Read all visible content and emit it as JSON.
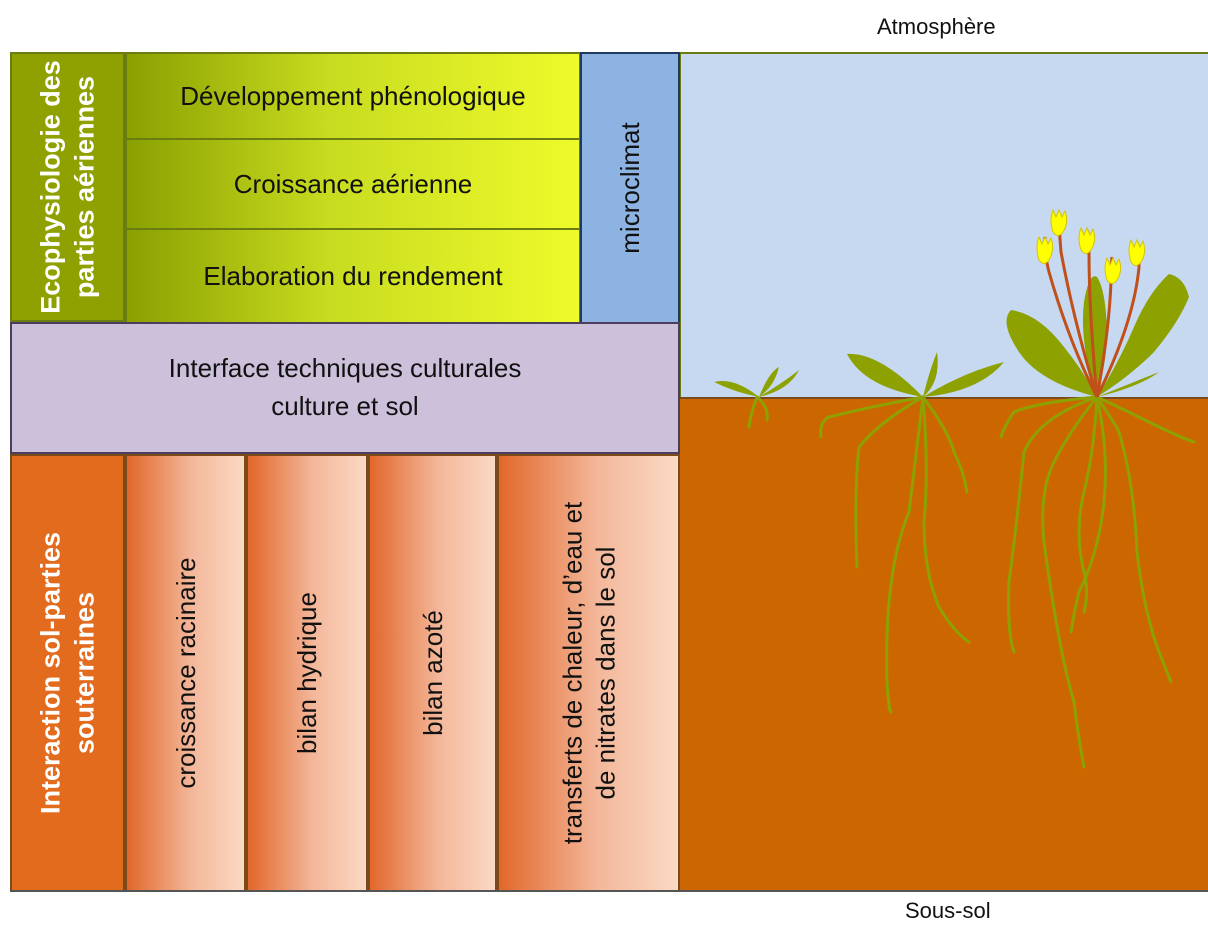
{
  "labels": {
    "top": "Atmosphère",
    "bottom": "Sous-sol"
  },
  "aerial": {
    "title": "Ecophysiologie des parties aériennes",
    "rows": [
      "Développement phénologique",
      "Croissance aérienne",
      "Elaboration du rendement"
    ],
    "microclimate": "microclimat"
  },
  "interface": {
    "line1": "Interface techniques culturales",
    "line2": "culture et sol"
  },
  "soil": {
    "title_line1": "Interaction sol-parties",
    "title_line2": "souterraines",
    "columns": [
      {
        "line1": "croissance racinaire"
      },
      {
        "line1": "bilan hydrique"
      },
      {
        "line1": "bilan azoté"
      },
      {
        "line1": "transferts de chaleur, d’eau et",
        "line2": "de nitrates dans le sol"
      }
    ]
  },
  "colors": {
    "sky": "#c6d9f0",
    "soil": "#cc6600",
    "plant": "#8da200",
    "flower": "#ffff00",
    "stem": "#c0501a",
    "microclimate": "#8db3e2",
    "interface": "#ccc0da"
  }
}
